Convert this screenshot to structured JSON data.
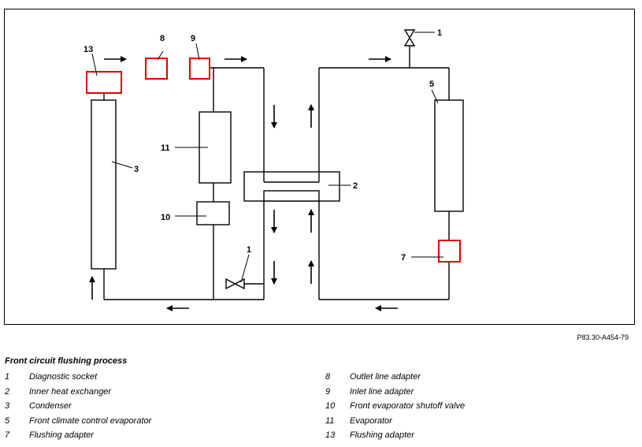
{
  "figure_ref": "P83.30-A454-79",
  "legend_title": "Front circuit flushing process",
  "callouts": {
    "c1_top": "1",
    "c1_bottom": "1",
    "c2": "2",
    "c3": "3",
    "c5": "5",
    "c7": "7",
    "c8": "8",
    "c9": "9",
    "c10": "10",
    "c11": "11",
    "c13": "13"
  },
  "legend_left": [
    {
      "num": "1",
      "text": "Diagnostic socket"
    },
    {
      "num": "2",
      "text": "Inner heat exchanger"
    },
    {
      "num": "3",
      "text": "Condenser"
    },
    {
      "num": "5",
      "text": "Front climate control evaporator"
    },
    {
      "num": "7",
      "text": "Flushing adapter"
    }
  ],
  "legend_right": [
    {
      "num": "8",
      "text": "Outlet line adapter"
    },
    {
      "num": "9",
      "text": "Inlet line adapter"
    },
    {
      "num": "10",
      "text": "Front evaporator shutoff valve"
    },
    {
      "num": "11",
      "text": "Evaporator"
    },
    {
      "num": "13",
      "text": "Flushing adapter"
    }
  ],
  "colors": {
    "line": "#000000",
    "adapter": "#e00000"
  }
}
